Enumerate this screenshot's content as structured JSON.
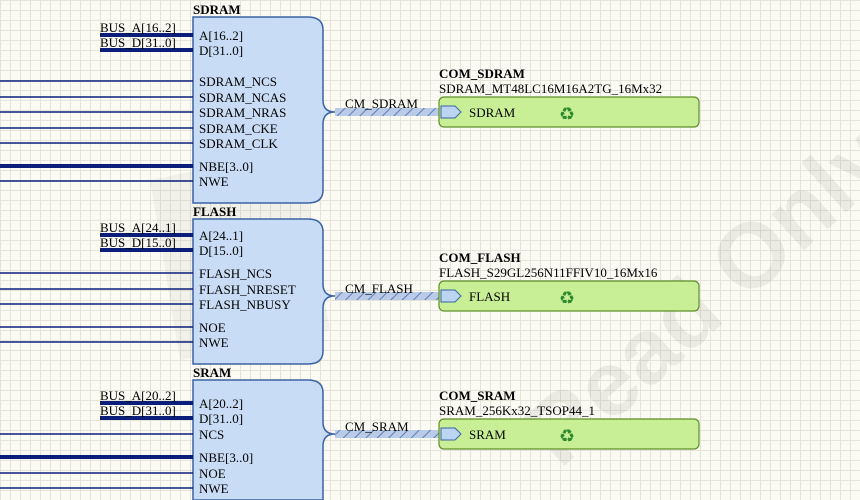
{
  "watermark": "Read Only",
  "sheets": [
    {
      "title": "SDRAM",
      "ports": [
        "BUS_A[16..2]",
        "BUS_D[31..0]"
      ],
      "pins": [
        "A[16..2]",
        "D[31..0]",
        "SDRAM_NCS",
        "SDRAM_NCAS",
        "SDRAM_NRAS",
        "SDRAM_CKE",
        "SDRAM_CLK",
        "NBE[3..0]",
        "NWE"
      ],
      "harness_net": "CM_SDRAM",
      "component_name": "COM_SDRAM",
      "component_desc": "SDRAM_MT48LC16M16A2TG_16Mx32",
      "port_label": "SDRAM"
    },
    {
      "title": "FLASH",
      "ports": [
        "BUS_A[24..1]",
        "BUS_D[15..0]"
      ],
      "pins": [
        "A[24..1]",
        "D[15..0]",
        "FLASH_NCS",
        "FLASH_NRESET",
        "FLASH_NBUSY",
        "NOE",
        "NWE"
      ],
      "harness_net": "CM_FLASH",
      "component_name": "COM_FLASH",
      "component_desc": "FLASH_S29GL256N11FFIV10_16Mx16",
      "port_label": "FLASH"
    },
    {
      "title": "SRAM",
      "ports": [
        "BUS_A[20..2]",
        "BUS_D[31..0]"
      ],
      "pins": [
        "A[20..2]",
        "D[31..0]",
        "NCS",
        "NBE[3..0]",
        "NOE",
        "NWE"
      ],
      "harness_net": "CM_SRAM",
      "component_name": "COM_SRAM",
      "component_desc": "SRAM_256Kx32_TSOP44_1",
      "port_label": "SRAM"
    }
  ]
}
